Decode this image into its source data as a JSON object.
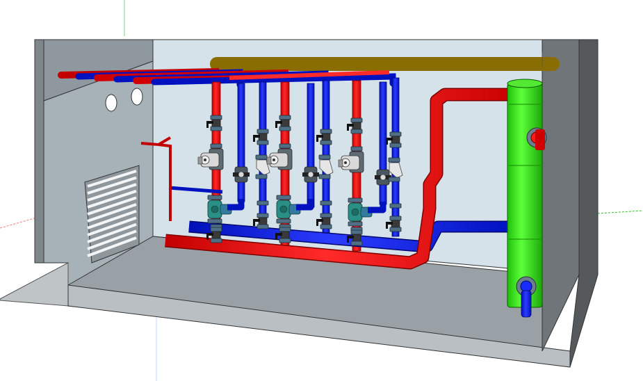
{
  "scene": {
    "colors": {
      "background": "#ffffff",
      "wall_back": "#d6e2ea",
      "wall_left": "#a7b1b8",
      "wall_left_dark": "#8b9399",
      "floor": "#9aa1a6",
      "floor_edge": "#c0c6ca",
      "wall_right": "#6f7579",
      "wall_right_inner": "#55595c",
      "hot_pipe": "#ff1a1a",
      "cold_pipe": "#1a2bff",
      "gas_pipe": "#ffd21a",
      "separator": "#33ff1a",
      "pump_body": "#d9d9d9",
      "valve_body": "#2a8f86",
      "flange": "#4e6f86",
      "dark_part": "#222222",
      "axis_red": "#ff5a5a",
      "axis_green": "#27c127",
      "axis_blue": "#3b59ff"
    },
    "icons": [
      "circulation-pump-icon",
      "ball-valve-icon",
      "strainer-icon",
      "check-valve-icon",
      "mixing-valve-icon",
      "ventilation-grille-icon",
      "hydraulic-separator-icon"
    ],
    "counts": {
      "pump_groups": 3,
      "wall_openings": 2,
      "grille_slats": 11
    }
  }
}
